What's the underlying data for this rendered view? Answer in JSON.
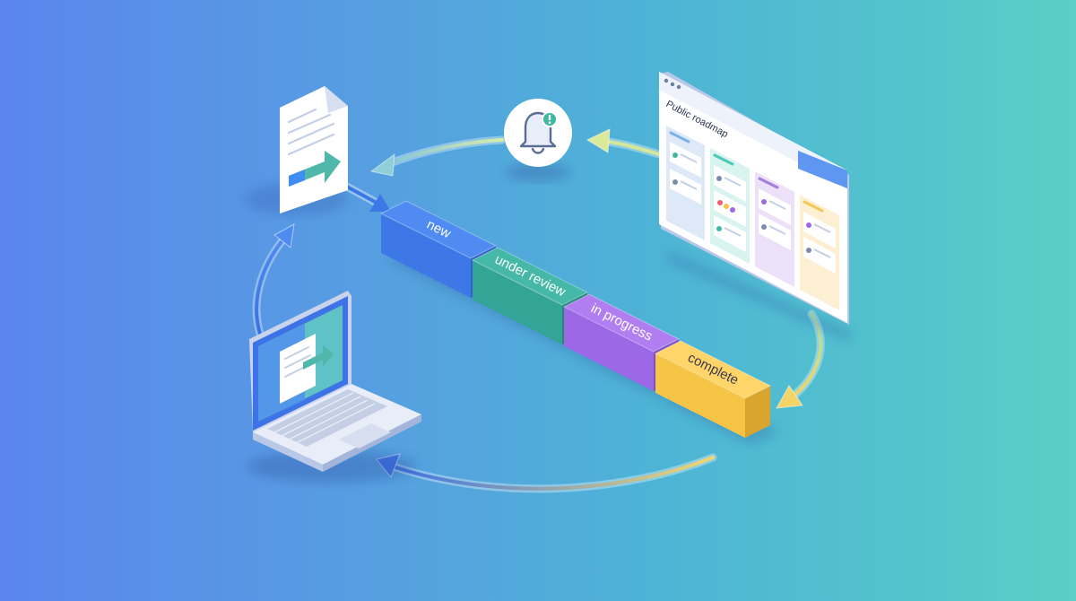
{
  "stages": [
    {
      "id": "new",
      "label": "new",
      "top": "#4f8bf0",
      "front": "#3e78e6",
      "side": "#2f63c9",
      "text_color": "#ffffff"
    },
    {
      "id": "under-review",
      "label": "under review",
      "top": "#45b8a8",
      "front": "#33a596",
      "side": "#26877b",
      "text_color": "#ffffff"
    },
    {
      "id": "in-progress",
      "label": "in progress",
      "top": "#b07ef0",
      "front": "#9c68e6",
      "side": "#7d4fc4",
      "text_color": "#ffffff"
    },
    {
      "id": "complete",
      "label": "complete",
      "top": "#ffd56a",
      "front": "#f6c545",
      "side": "#d9a52c",
      "text_color": "#3a3a4a"
    }
  ],
  "roadmap": {
    "title": "Public roadmap",
    "column_colors": [
      "#dde9f7",
      "#d9f3ee",
      "#ece1f8",
      "#fcefd2"
    ],
    "header_colors": [
      "#7fb0ec",
      "#4fc9b6",
      "#a27fe0",
      "#f2c85a"
    ]
  },
  "icons": [
    "document-icon",
    "bell-icon",
    "laptop-icon",
    "roadmap-window"
  ],
  "colors": {
    "arrow_left": "#3f7ee8",
    "arrow_right": "#f1d36a"
  }
}
